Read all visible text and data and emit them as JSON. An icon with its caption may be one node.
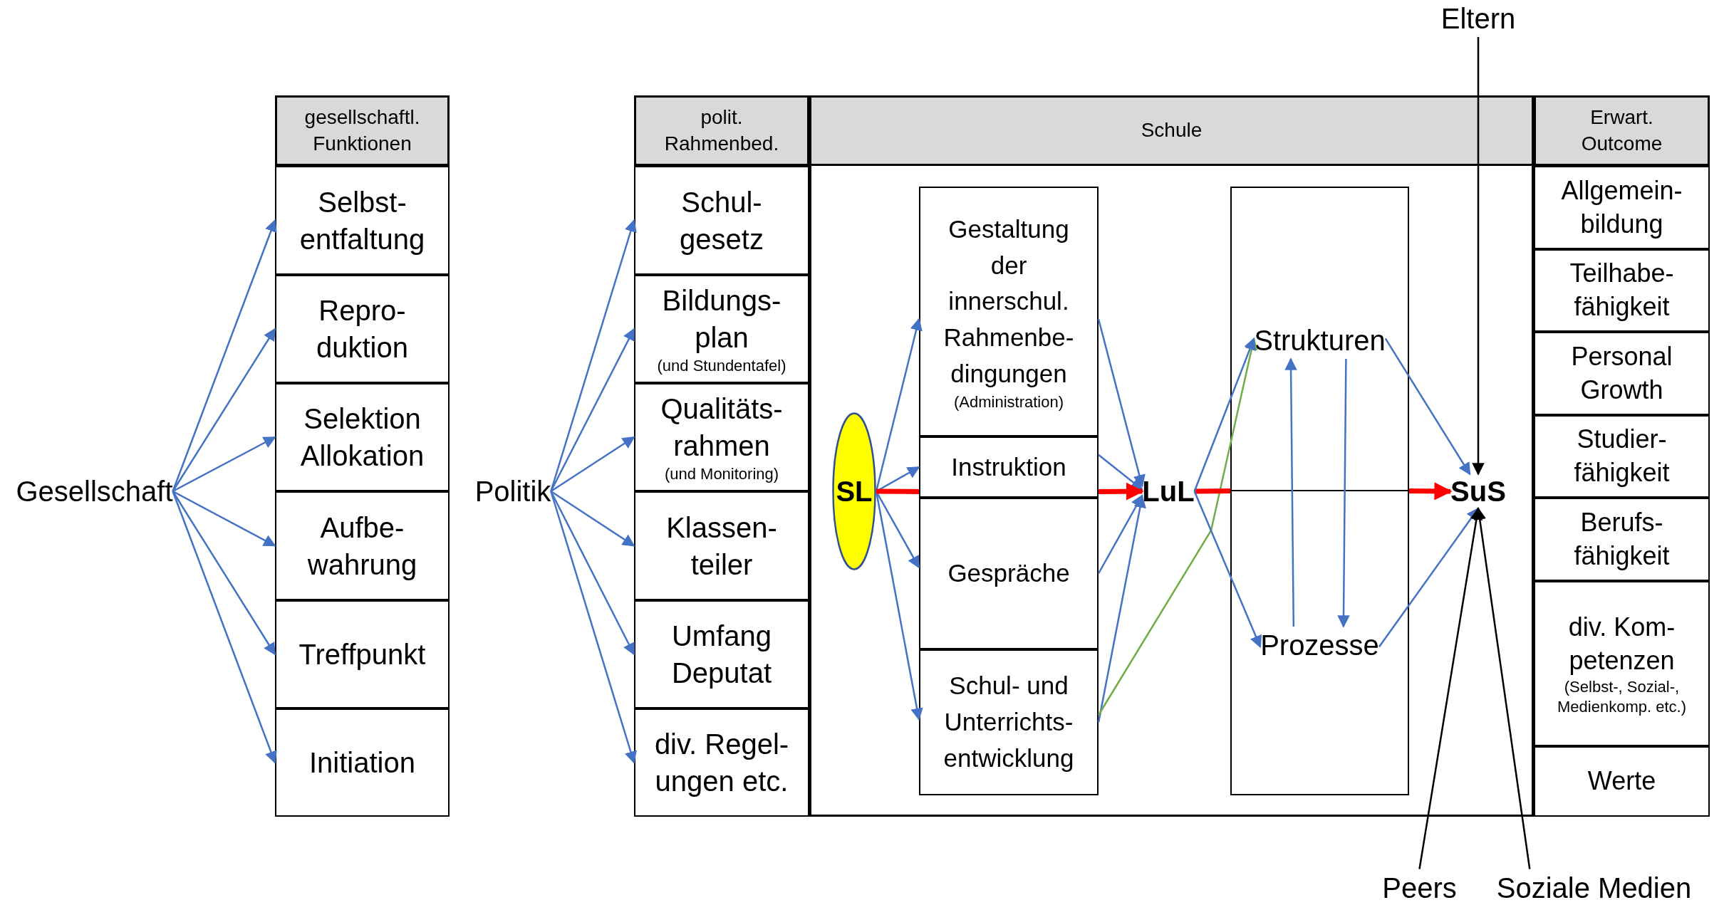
{
  "diagram": {
    "nodes": [
      {
        "text": [
          "Gesellschaft"
        ]
      },
      {
        "text": [
          "gesellschaftl. Funktionen"
        ]
      },
      {
        "text": [
          "Selbst- entfaltung"
        ]
      },
      {
        "text": [
          "Repro- duktion"
        ]
      },
      {
        "text": [
          "Selektion Allokation"
        ]
      },
      {
        "text": [
          "Aufbe- wahrung"
        ]
      },
      {
        "text": [
          "Treffpunkt"
        ]
      },
      {
        "text": [
          "Initiation"
        ]
      },
      {
        "text": [
          "Politik"
        ]
      },
      {
        "text": [
          "polit. Rahmenbed."
        ]
      },
      {
        "text": [
          "Schul- gesetz"
        ]
      },
      {
        "text": [
          "Bildungs- plan",
          "(und Stundentafel)"
        ]
      },
      {
        "text": [
          "Qualitäts- rahmen",
          "(und Monitoring)"
        ]
      },
      {
        "text": [
          "Klassen- teiler"
        ]
      },
      {
        "text": [
          "Umfang Deputat"
        ]
      },
      {
        "text": [
          "div. Regel- ungen etc."
        ]
      },
      {
        "text": [
          "Schule"
        ]
      },
      {
        "text": [
          "SL"
        ],
        "in": 16
      },
      {
        "text": [
          "Gestaltung der innerschul. Rahmenbe- dingungen",
          "(Administration)"
        ],
        "in": 16
      },
      {
        "text": [
          "Instruktion"
        ],
        "in": 16
      },
      {
        "text": [
          "Gespräche"
        ],
        "in": 16
      },
      {
        "text": [
          "Schul- und Unterrichts- entwicklung"
        ],
        "in": 16
      },
      {
        "text": [
          "LuL"
        ],
        "in": 16
      },
      {
        "text": [],
        "shape": "box",
        "in": 16
      },
      {
        "text": [
          "Strukturen"
        ],
        "in": 23
      },
      {
        "text": [
          "Prozesse"
        ],
        "in": 23
      },
      {
        "text": [
          "SuS"
        ],
        "in": 16
      },
      {
        "text": [
          "Erwart. Outcome"
        ]
      },
      {
        "text": [
          "Allgemein- bildung"
        ]
      },
      {
        "text": [
          "Teilhabe- fähigkeit"
        ]
      },
      {
        "text": [
          "Personal Growth"
        ]
      },
      {
        "text": [
          "Studier- fähigkeit"
        ]
      },
      {
        "text": [
          "Berufs- fähigkeit"
        ]
      },
      {
        "text": [
          "div. Kom- petenzen",
          "(Selbst-, Sozial-, Medienkomp. etc.)"
        ]
      },
      {
        "text": [
          "Werte"
        ]
      },
      {
        "text": [
          "Eltern"
        ]
      },
      {
        "text": [
          "Peers"
        ]
      },
      {
        "text": [
          "Soziale Medien"
        ]
      }
    ],
    "edges": [
      {
        "from": 0,
        "to": 2,
        "arrow": "to"
      },
      {
        "from": 0,
        "to": 3,
        "arrow": "to"
      },
      {
        "from": 0,
        "to": 4,
        "arrow": "to"
      },
      {
        "from": 0,
        "to": 5,
        "arrow": "to"
      },
      {
        "from": 0,
        "to": 6,
        "arrow": "to"
      },
      {
        "from": 0,
        "to": 7,
        "arrow": "to"
      },
      {
        "from": 8,
        "to": 10,
        "arrow": "to"
      },
      {
        "from": 8,
        "to": 11,
        "arrow": "to"
      },
      {
        "from": 8,
        "to": 12,
        "arrow": "to"
      },
      {
        "from": 8,
        "to": 13,
        "arrow": "to"
      },
      {
        "from": 8,
        "to": 14,
        "arrow": "to"
      },
      {
        "from": 8,
        "to": 15,
        "arrow": "to"
      },
      {
        "from": 17,
        "to": 18,
        "arrow": "to"
      },
      {
        "from": 17,
        "to": 19,
        "arrow": "to"
      },
      {
        "from": 17,
        "to": 20,
        "arrow": "to"
      },
      {
        "from": 17,
        "to": 21,
        "arrow": "to"
      },
      {
        "from": 17,
        "to": 19,
        "arrow": "none",
        "style": "thick",
        "color": "#ff0000"
      },
      {
        "from": 18,
        "to": 22,
        "arrow": "to"
      },
      {
        "from": 19,
        "to": 22,
        "arrow": "to"
      },
      {
        "from": 20,
        "to": 22,
        "arrow": "to"
      },
      {
        "from": 21,
        "to": 22,
        "arrow": "to"
      },
      {
        "from": 19,
        "to": 22,
        "arrow": "to",
        "style": "thick",
        "color": "#ff0000"
      },
      {
        "from": 21,
        "to": 24,
        "arrow": "to",
        "color": "#70ad47"
      },
      {
        "from": 22,
        "to": 23,
        "arrow": "none",
        "style": "thick",
        "color": "#ff0000"
      },
      {
        "from": 22,
        "to": 24,
        "arrow": "to"
      },
      {
        "from": 22,
        "to": 25,
        "arrow": "to"
      },
      {
        "from": 25,
        "to": 24,
        "arrow": "to"
      },
      {
        "from": 24,
        "to": 25,
        "arrow": "to"
      },
      {
        "from": 23,
        "to": 26,
        "arrow": "to",
        "style": "thick",
        "color": "#ff0000"
      },
      {
        "from": 24,
        "to": 26,
        "arrow": "to"
      },
      {
        "from": 25,
        "to": 26,
        "arrow": "to"
      },
      {
        "from": 35,
        "to": 26,
        "arrow": "to",
        "color": "#000000"
      },
      {
        "from": 36,
        "to": 26,
        "arrow": "to",
        "color": "#000000"
      },
      {
        "from": 37,
        "to": 26,
        "arrow": "to",
        "color": "#000000"
      }
    ]
  }
}
